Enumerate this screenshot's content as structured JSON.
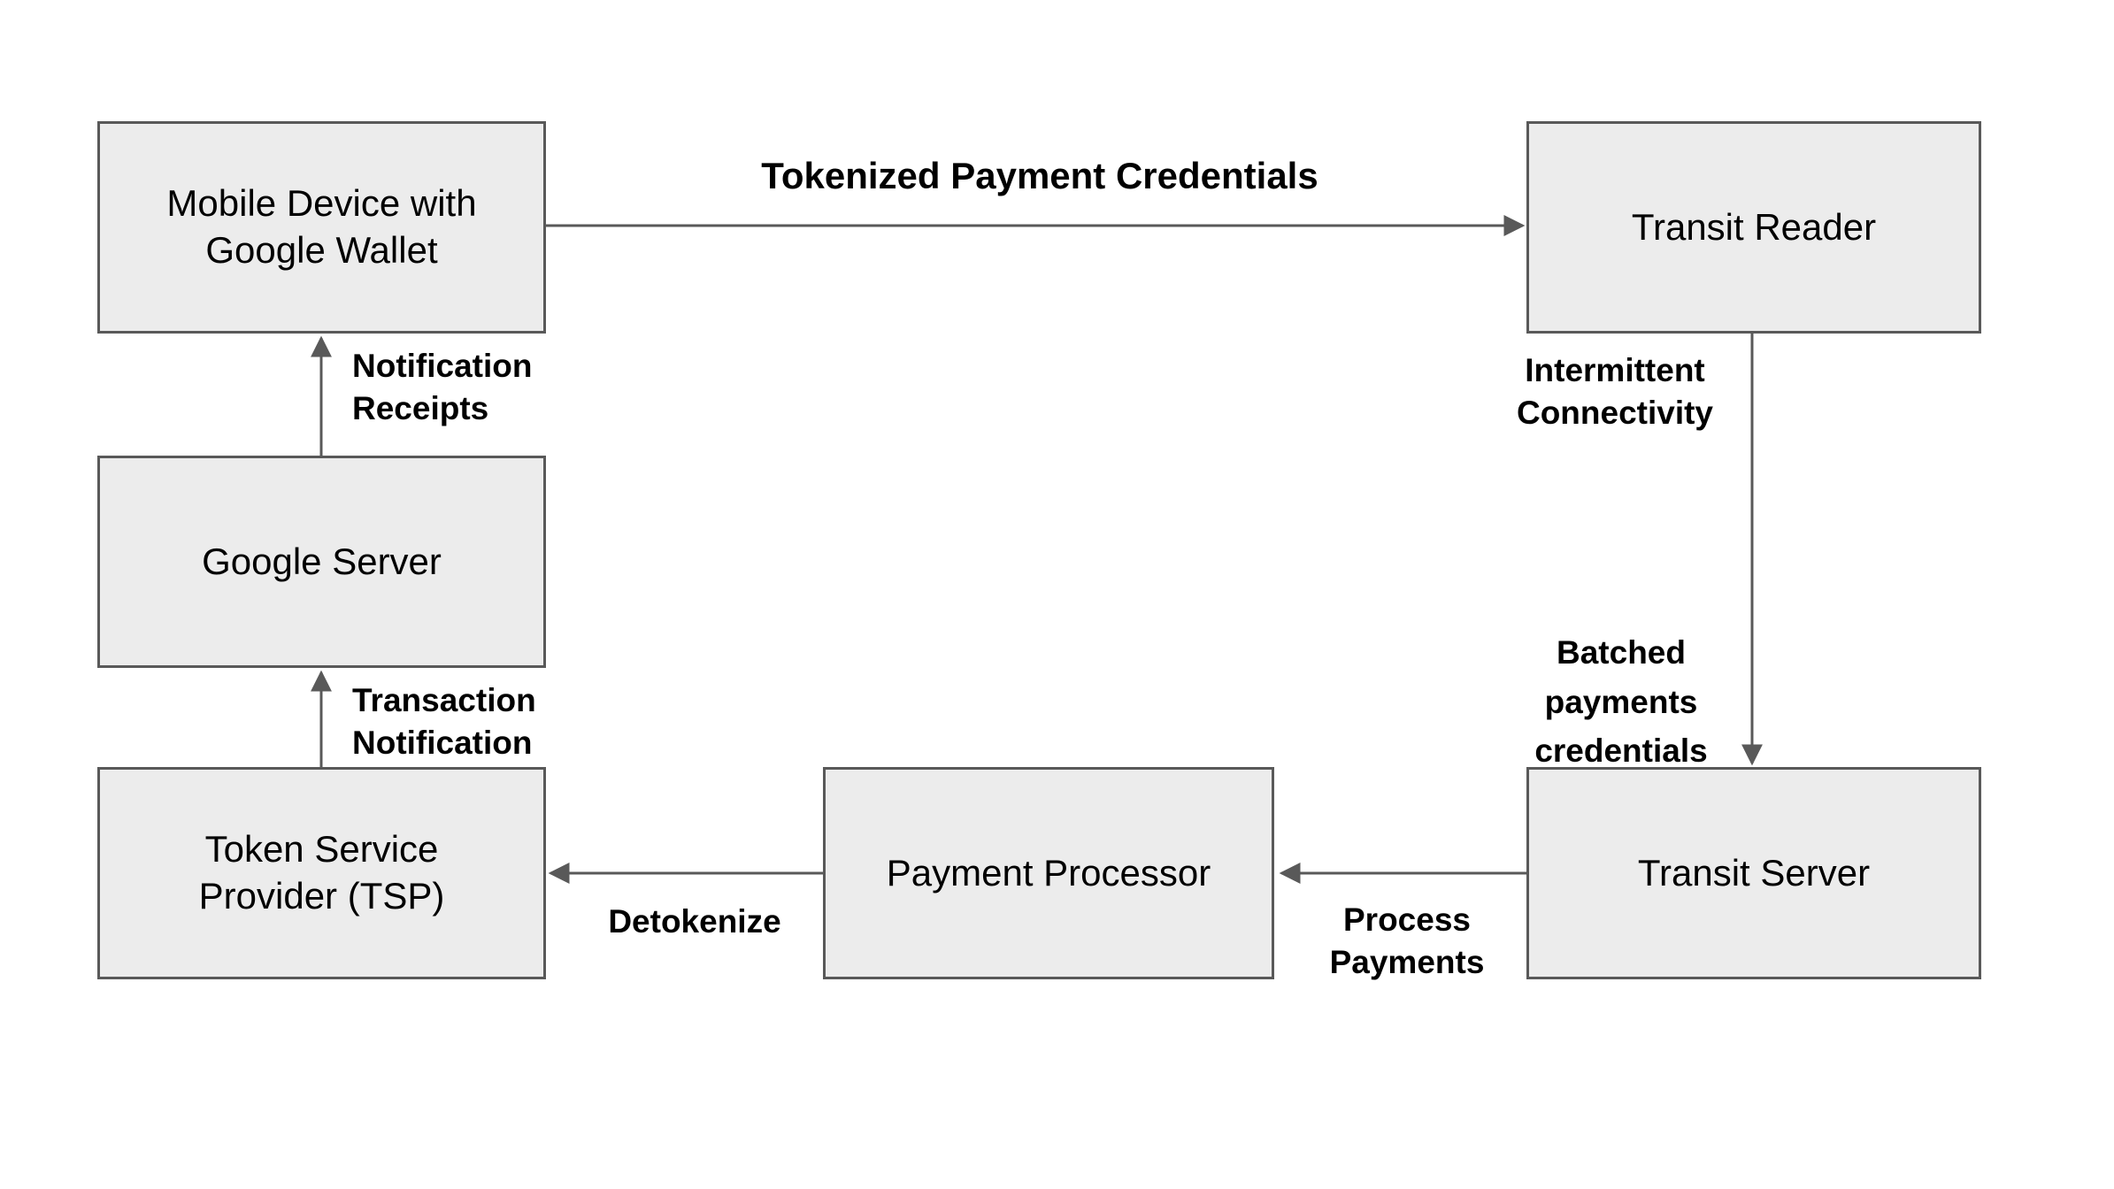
{
  "diagram": {
    "title_label": "Tokenized Payment Credentials",
    "nodes": {
      "mobile": {
        "label": "Mobile Device with Google Wallet"
      },
      "transit_reader": {
        "label": "Transit Reader"
      },
      "google_server": {
        "label": "Google Server"
      },
      "tsp": {
        "label": "Token Service Provider (TSP)"
      },
      "payment_processor": {
        "label": "Payment Processor"
      },
      "transit_server": {
        "label": "Transit Server"
      }
    },
    "edges": {
      "tokenized": {
        "from": "mobile",
        "to": "transit_reader",
        "label": "Tokenized Payment Credentials"
      },
      "notification_receipts": {
        "from": "google_server",
        "to": "mobile",
        "label": "Notification Receipts"
      },
      "transaction_notification": {
        "from": "tsp",
        "to": "google_server",
        "label": "Transaction Notification"
      },
      "intermittent_connectivity": {
        "from": "transit_reader",
        "to": "transit_server",
        "label": "Intermittent Connectivity"
      },
      "batched_payments": {
        "from": "transit_reader",
        "to": "transit_server",
        "label": "Batched payments credentials"
      },
      "process_payments": {
        "from": "transit_server",
        "to": "payment_processor",
        "label": "Process Payments"
      },
      "detokenize": {
        "from": "payment_processor",
        "to": "tsp",
        "label": "Detokenize"
      }
    },
    "colors": {
      "node_fill": "#ececec",
      "node_border": "#595959",
      "arrow": "#595959",
      "text": "#000000",
      "background": "#ffffff"
    }
  }
}
